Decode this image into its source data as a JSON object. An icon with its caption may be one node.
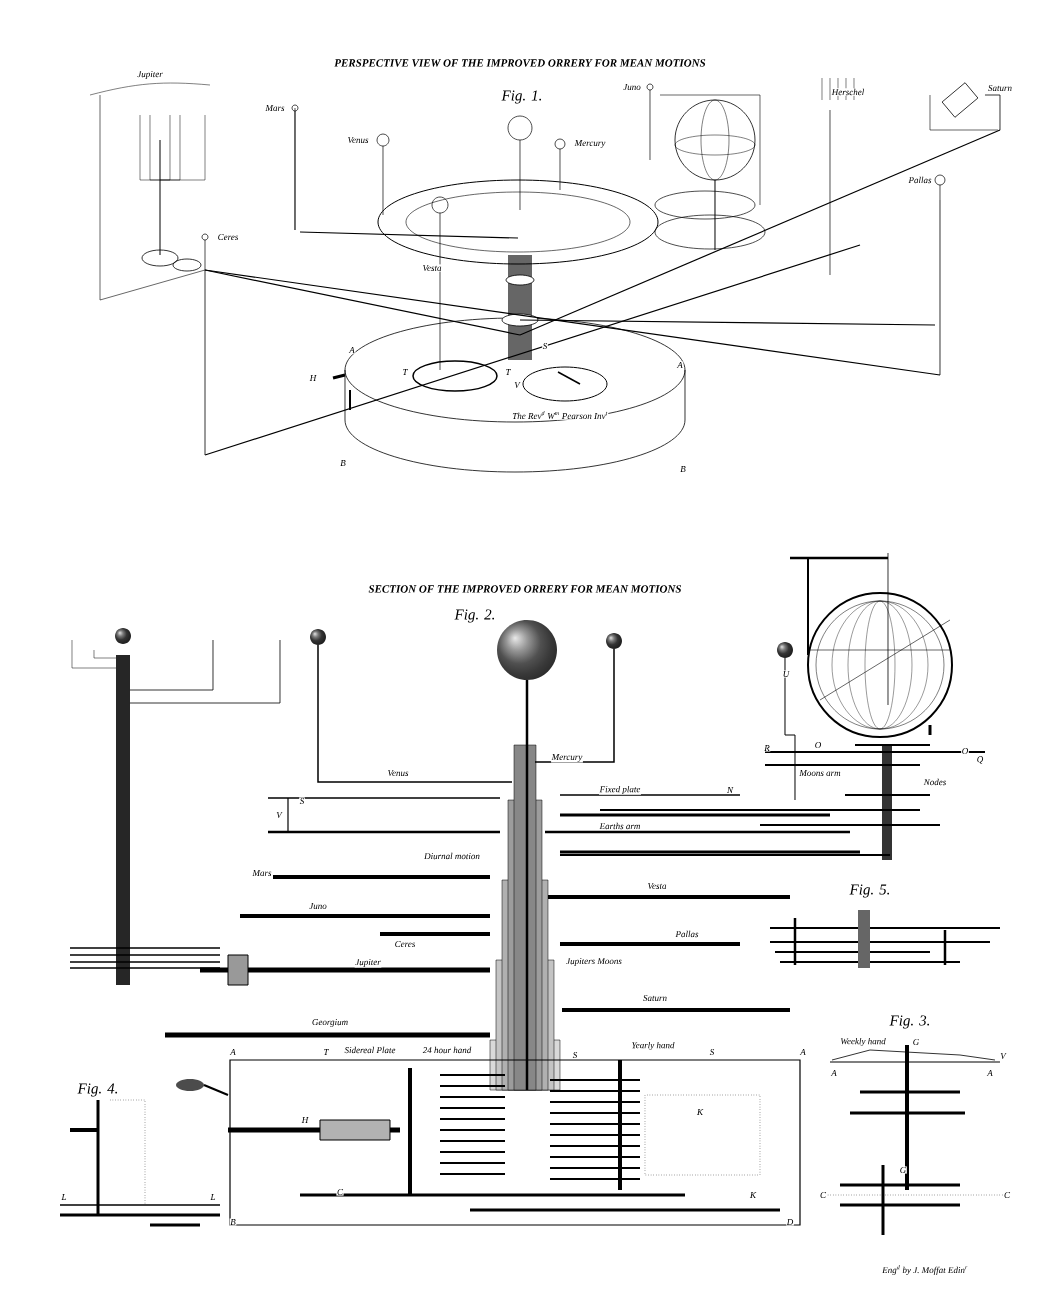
{
  "diagram": {
    "labels": [
      "PERSPECTIVE VIEW OF THE IMPROVED ORRERY FOR MEAN MOTIONS",
      "Jupiter",
      "Fig. 1.",
      "Juno",
      "Herschel",
      "Saturn",
      "Mars",
      "Venus",
      "Mercury",
      "Pallas",
      "Ceres",
      "Vesta",
      "A",
      "A",
      "H",
      "T",
      "T",
      "V",
      "S",
      "B",
      "B",
      "The Rev$^{d}$ W$^{m}$ Pearson Inv$^{t}$",
      "SECTION OF THE IMPROVED ORRERY FOR MEAN MOTIONS",
      "Fig. 2.",
      "Mercury",
      "Venus",
      "Fixed plate",
      "N",
      "S",
      "V",
      "Earths arm",
      "Diurnal motion",
      "Mars",
      "Vesta",
      "Juno",
      "Ceres",
      "Pallas",
      "Jupiter",
      "Jupiters Moons",
      "Saturn",
      "Georgium",
      "U",
      "R",
      "O",
      "O",
      "Q",
      "Moons arm",
      "Nodes",
      "Fig. 5.",
      "A",
      "T",
      "Sidereal Plate",
      "24 hour hand",
      "S",
      "Yearly hand",
      "S",
      "A",
      "H",
      "K",
      "K",
      "C",
      "B",
      "D",
      "Fig. 3.",
      "Weekly hand",
      "G",
      "A",
      "A",
      "V",
      "G",
      "C",
      "C",
      "Fig. 4.",
      "L",
      "L",
      "Eng$^{d}$ by J. Moffat Edin$^{r}$"
    ]
  }
}
